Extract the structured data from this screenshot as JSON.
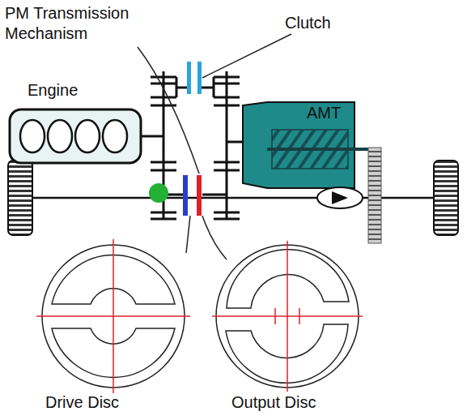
{
  "diagram": {
    "nodes": [
      {
        "text": [
          "Engine"
        ]
      },
      {
        "text": [
          "AMT"
        ]
      }
    ],
    "labels": [
      "PM Transmission Mechanism",
      "Clutch",
      "Drive Disc",
      "Output Disc"
    ]
  }
}
